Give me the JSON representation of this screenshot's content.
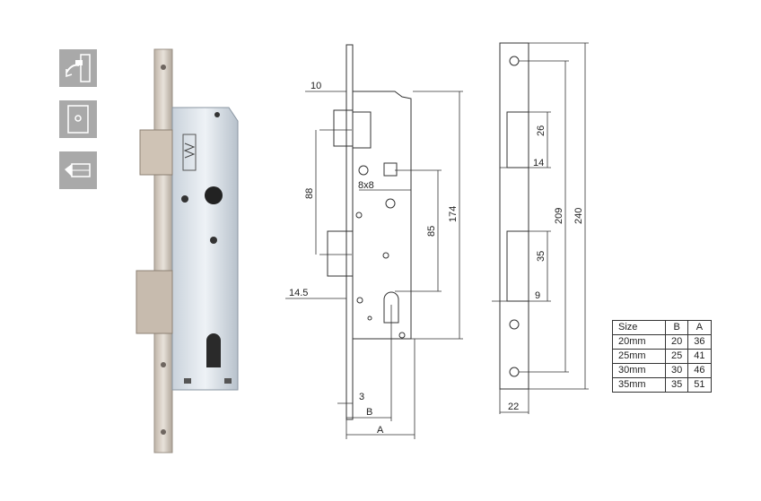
{
  "icons": [
    {
      "name": "door-push-icon"
    },
    {
      "name": "door-panel-icon"
    },
    {
      "name": "latch-bolt-icon"
    }
  ],
  "dimensions": {
    "front_plate_offset": "10",
    "lock_height_88": "88",
    "square_8x8": "8x8",
    "center_85": "85",
    "case_174": "174",
    "offset_14_5": "14.5",
    "plate_3": "3",
    "backset_B": "B",
    "width_A": "A",
    "strike_26": "26",
    "strike_14": "14",
    "strike_209": "209",
    "strike_240": "240",
    "strike_35": "35",
    "strike_9": "9",
    "strike_22": "22"
  },
  "size_table": {
    "headers": [
      "Size",
      "B",
      "A"
    ],
    "rows": [
      [
        "20mm",
        "20",
        "36"
      ],
      [
        "25mm",
        "25",
        "41"
      ],
      [
        "30mm",
        "30",
        "46"
      ],
      [
        "35mm",
        "35",
        "51"
      ]
    ]
  }
}
